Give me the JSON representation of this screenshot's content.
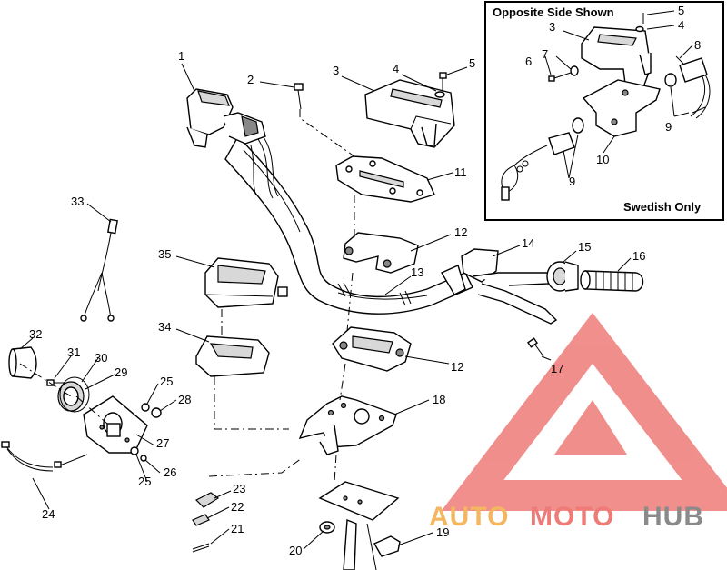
{
  "inset": {
    "title": "Opposite Side Shown",
    "note": "Swedish Only"
  },
  "callouts": {
    "c1": "1",
    "c2": "2",
    "c3": "3",
    "c4": "4",
    "c5": "5",
    "c11": "11",
    "c12a": "12",
    "c12b": "12",
    "c13": "13",
    "c14": "14",
    "c15": "15",
    "c16": "16",
    "c17": "17",
    "c18": "18",
    "c19": "19",
    "c20": "20",
    "c21": "21",
    "c22": "22",
    "c23": "23",
    "c24": "24",
    "c25a": "25",
    "c25b": "25",
    "c26": "26",
    "c27": "27",
    "c28": "28",
    "c29": "29",
    "c30": "30",
    "c31": "31",
    "c32": "32",
    "c33": "33",
    "c34": "34",
    "c35": "35",
    "i3": "3",
    "i4": "4",
    "i5": "5",
    "i6": "6",
    "i7": "7",
    "i8": "8",
    "i9a": "9",
    "i9b": "9",
    "i10": "10"
  },
  "watermark": {
    "part1": "AUTO",
    "part2": "MOTO",
    "part3": "HUB",
    "color_light": "#f4b660",
    "color_red": "#ee7b78",
    "color_gray": "#8a8a8a"
  }
}
